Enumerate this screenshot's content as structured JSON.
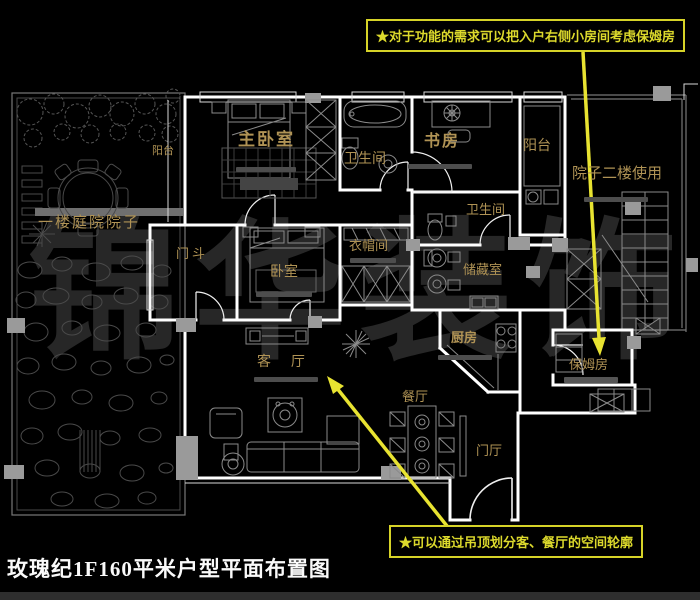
{
  "title": "玫瑰纪1F160平米户型平面布置图",
  "watermark": "锦华装饰",
  "callouts": {
    "top": {
      "text": "★对于功能的需求可以把入户右侧小房间考虑保姆房"
    },
    "bottom": {
      "text": "★可以通过吊顶划分客、餐厅的空间轮廓"
    }
  },
  "rooms": {
    "balcony_left": {
      "label": "阳台"
    },
    "master_bedroom": {
      "label": "主卧室"
    },
    "bathroom_top": {
      "label": "卫生间"
    },
    "study": {
      "label": "书房"
    },
    "balcony_right": {
      "label": "阳台"
    },
    "yard_second_floor": {
      "label": "院子二楼使用"
    },
    "courtyard": {
      "label": "一楼庭院院子"
    },
    "vestibule": {
      "label": "门斗"
    },
    "bedroom": {
      "label": "卧室"
    },
    "cloakroom": {
      "label": "衣帽间"
    },
    "bathroom_mid": {
      "label": "卫生间"
    },
    "storage": {
      "label": "储藏室"
    },
    "kitchen": {
      "label": "厨房"
    },
    "living_room": {
      "label": "客 厅"
    },
    "dining_room": {
      "label": "餐厅"
    },
    "entrance_hall": {
      "label": "门厅"
    },
    "nanny_room": {
      "label": "保姆房"
    }
  },
  "colors": {
    "background": "#000000",
    "wall": "#ffffff",
    "label_gold": "#b09355",
    "annotation_yellow": "#e8e331",
    "furniture_gray": "#8a8a8a",
    "watermark_gray": "#272727",
    "title_white": "#fafafa"
  }
}
